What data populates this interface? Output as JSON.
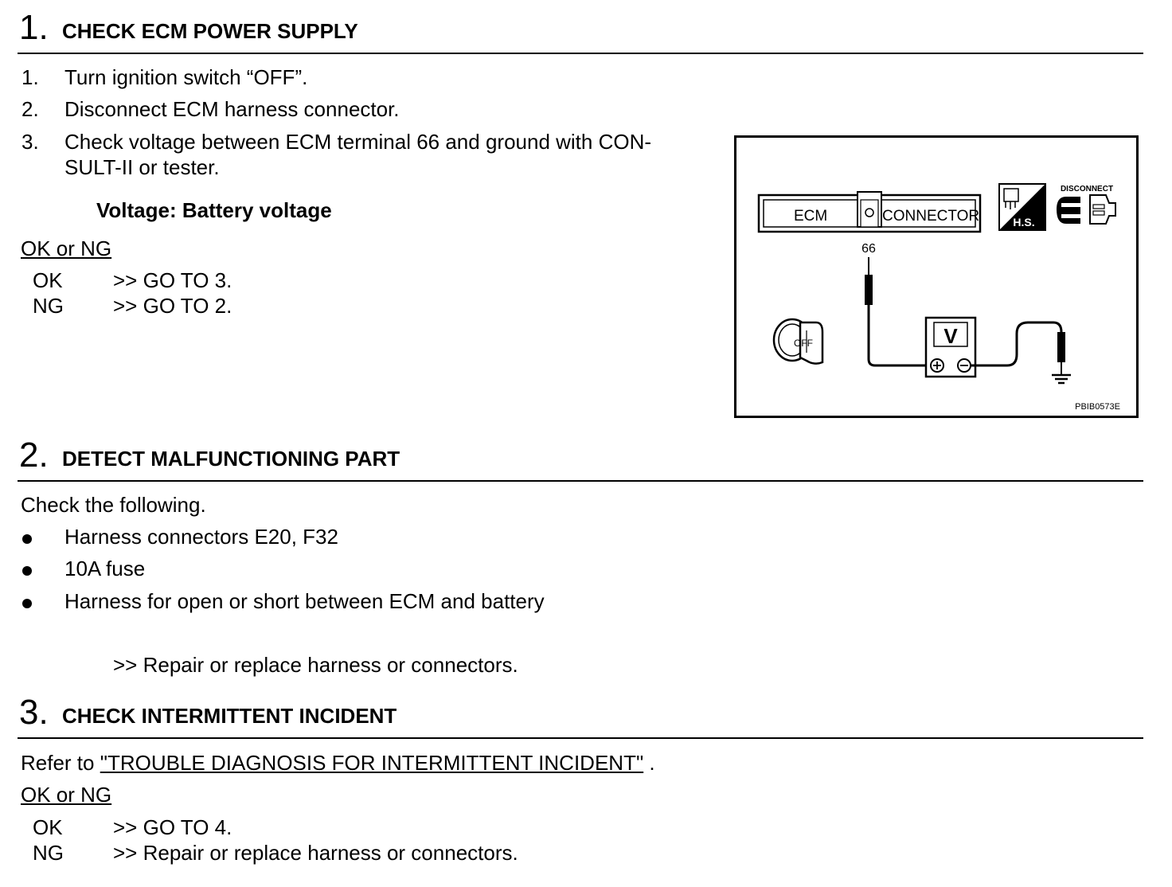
{
  "sections": [
    {
      "number": "1.",
      "title": "CHECK ECM POWER SUPPLY",
      "steps": [
        {
          "num": "1.",
          "text": "Turn ignition switch “OFF”."
        },
        {
          "num": "2.",
          "text": "Disconnect ECM harness connector."
        },
        {
          "num": "3.",
          "text_line1": "Check voltage between ECM terminal 66 and ground with CON-",
          "text_line2": "SULT-II or tester."
        }
      ],
      "spec": "Voltage: Battery voltage",
      "result_label": "OK or NG",
      "results": [
        {
          "status": "OK",
          "action": ">> GO TO 3."
        },
        {
          "status": "NG",
          "action": ">> GO TO 2."
        }
      ]
    },
    {
      "number": "2.",
      "title": "DETECT MALFUNCTIONING PART",
      "intro": "Check the following.",
      "bullets": [
        "Harness connectors E20, F32",
        "10A fuse",
        "Harness for open or short between ECM and battery"
      ],
      "action": ">> Repair or replace harness or connectors."
    },
    {
      "number": "3.",
      "title": "CHECK INTERMITTENT INCIDENT",
      "refer_prefix": "Refer to ",
      "refer_link": "\"TROUBLE DIAGNOSIS FOR INTERMITTENT INCIDENT\"",
      "refer_suffix": " .",
      "result_label": "OK or NG",
      "results": [
        {
          "status": "OK",
          "action": ">> GO TO 4."
        },
        {
          "status": "NG",
          "action": ">> Repair or replace harness or connectors."
        }
      ]
    }
  ],
  "figure": {
    "connector_left": "ECM",
    "connector_right": "CONNECTOR",
    "terminal": "66",
    "meter": "V",
    "hs_badge": "H.S.",
    "disconnect": "DISCONNECT",
    "key_text": "OFF",
    "figure_id": "PBIB0573E"
  }
}
